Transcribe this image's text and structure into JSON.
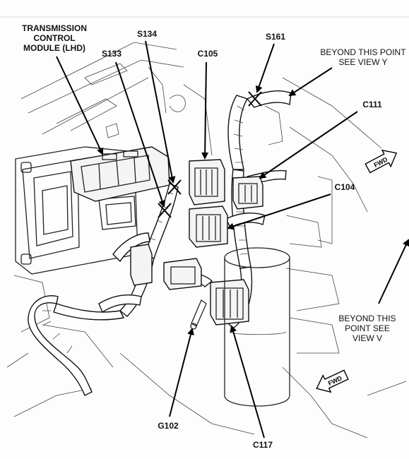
{
  "labels": {
    "tcm_line1": "TRANSMISSION",
    "tcm_line2": "CONTROL",
    "tcm_line3": "MODULE (LHD)",
    "s134": "S134",
    "s133": "S133",
    "c105": "C105",
    "s161": "S161",
    "beyond_y_line1": "BEYOND THIS POINT",
    "beyond_y_line2": "SEE VIEW Y",
    "c111": "C111",
    "c104": "C104",
    "beyond_v_line1": "BEYOND THIS",
    "beyond_v_line2": "POINT SEE",
    "beyond_v_line3": "VIEW V",
    "g102": "G102",
    "c117": "C117",
    "fwd_upper": "FWD",
    "fwd_lower": "FWD"
  },
  "icons": {
    "fwd_arrow_upper": "fwd-arrow-icon",
    "fwd_arrow_lower": "fwd-arrow-icon"
  }
}
